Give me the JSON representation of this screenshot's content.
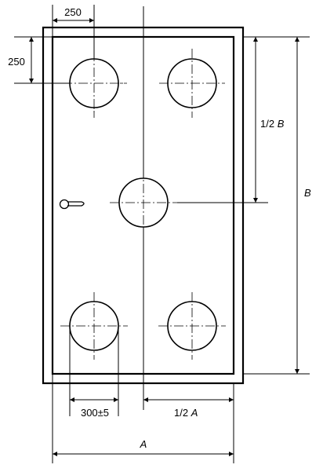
{
  "dimensions": {
    "top_offset_x": "250",
    "top_offset_y": "250",
    "half_b_prefix": "1/2",
    "half_b_var": "B",
    "b_var": "B",
    "hole_dia": "300±5",
    "half_a_prefix": "1/2",
    "half_a_var": "A",
    "a_var": "A"
  }
}
